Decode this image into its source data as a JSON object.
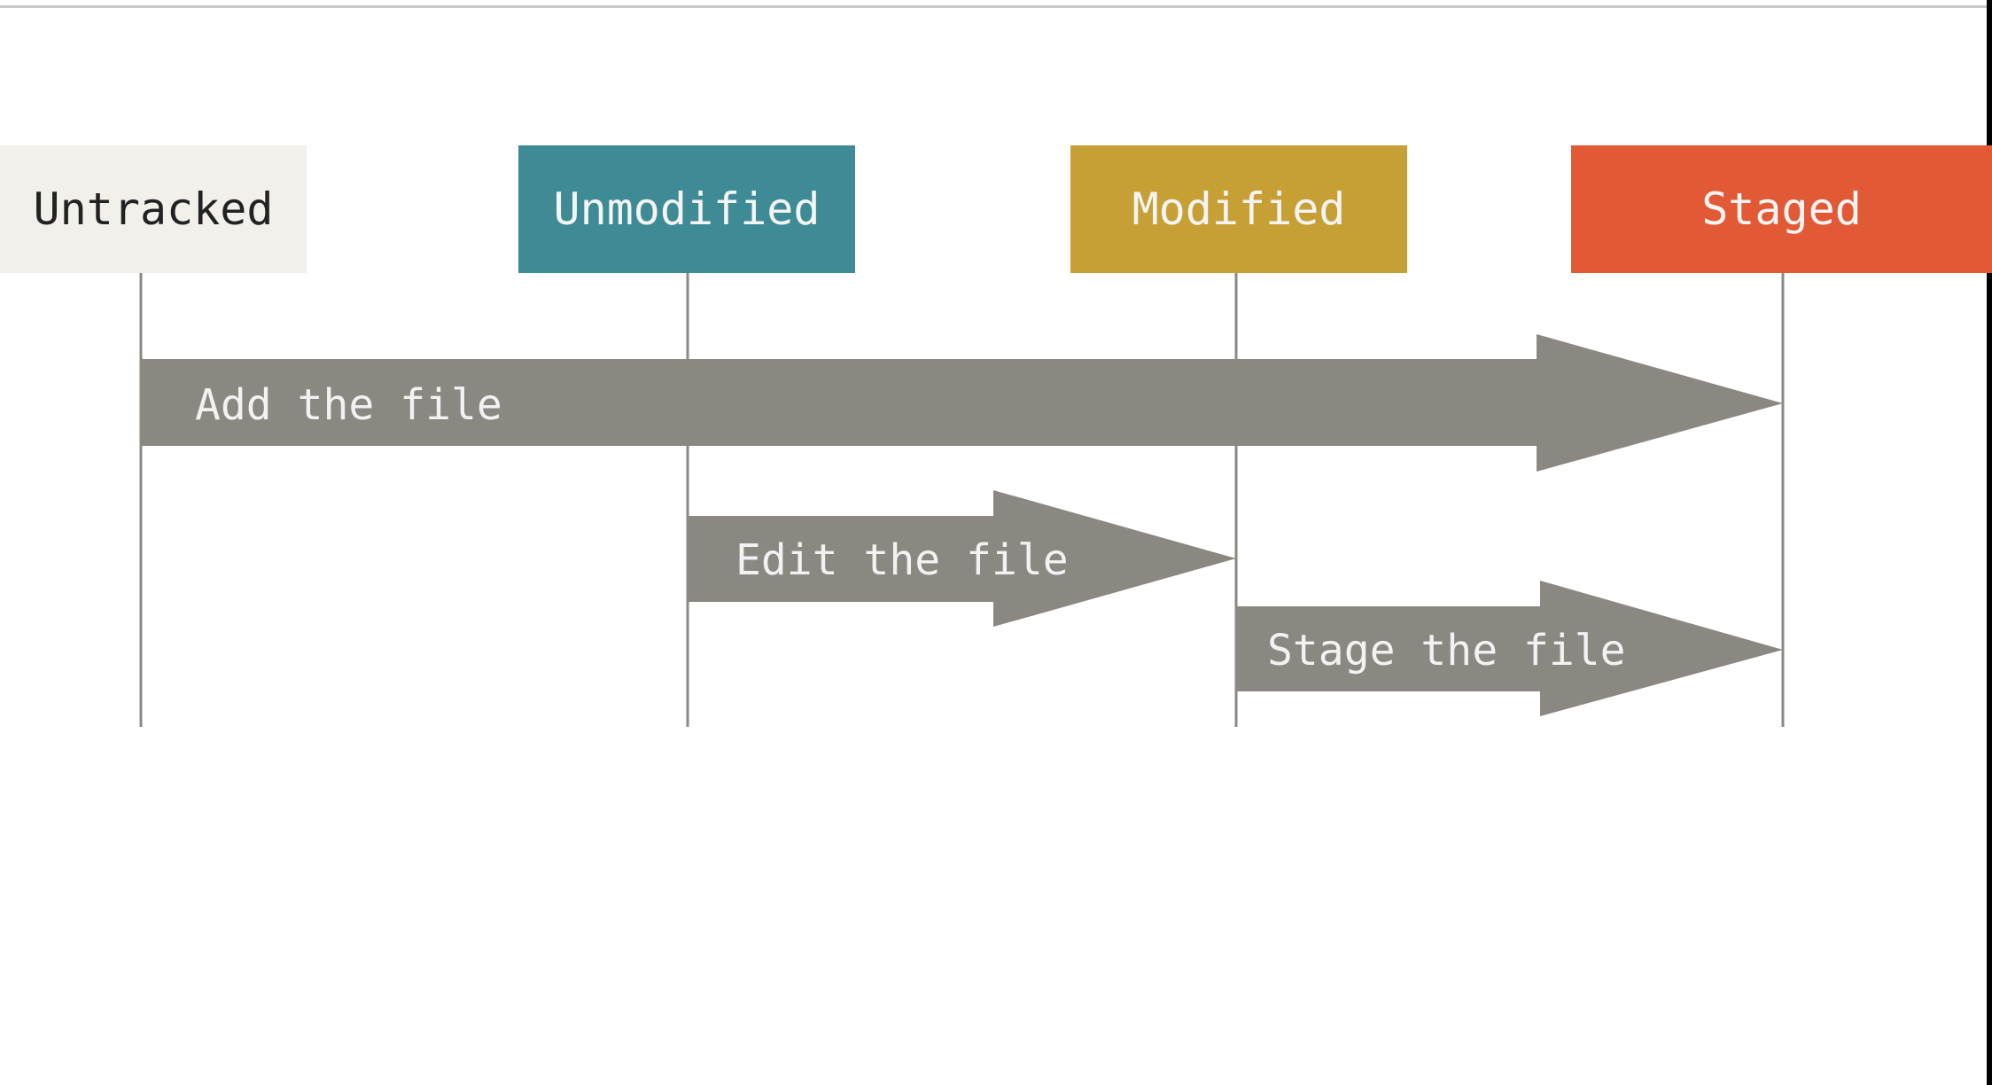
{
  "colors": {
    "untracked_bg": "#f1f0eb",
    "untracked_text": "#222222",
    "unmodified_bg": "#3e8b96",
    "modified_bg": "#c7a035",
    "staged_bg": "#e25a35",
    "state_text_light": "#f4f4f4",
    "lifeline": "#8c8882",
    "arrow_fill": "#8b8781",
    "arrow_text": "#f2f2f2",
    "frame_rule": "#c8c8c8"
  },
  "states": {
    "untracked": "Untracked",
    "unmodified": "Unmodified",
    "modified": "Modified",
    "staged": "Staged"
  },
  "transitions": [
    {
      "label": "Add the file",
      "from": "untracked",
      "to": "staged"
    },
    {
      "label": "Edit the file",
      "from": "unmodified",
      "to": "modified"
    },
    {
      "label": "Stage the file",
      "from": "modified",
      "to": "staged"
    }
  ]
}
